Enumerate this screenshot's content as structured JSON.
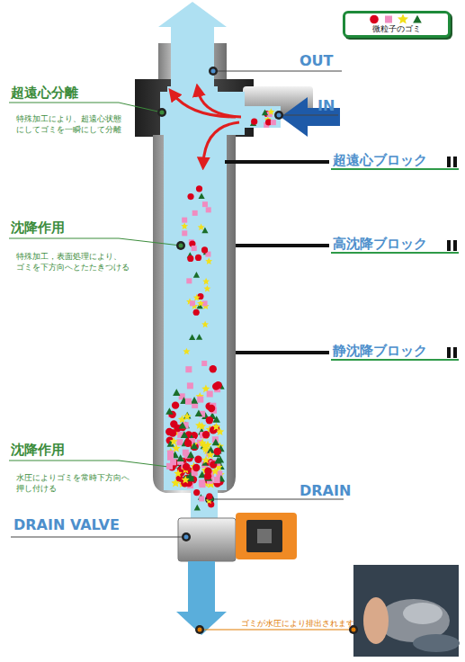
{
  "diagram": {
    "labels": [
      "OUT",
      "IN",
      "超遠心分離",
      "特殊加工により、超遠心状態 にしてゴミを一瞬にして分離",
      "超遠心ブロック",
      "沈降作用",
      "特殊加工，表面処理により、 ゴミを下方向へとたたきつける",
      "高沈降ブロック",
      "静沈降ブロック",
      "沈降作用",
      "水圧によりゴミを常時下方向へ 押し付ける",
      "DRAIN",
      "DRAIN VALVE",
      "ゴミが水圧により排出されます"
    ],
    "legend": [
      {
        "text": "微粒子のゴミ"
      }
    ]
  }
}
